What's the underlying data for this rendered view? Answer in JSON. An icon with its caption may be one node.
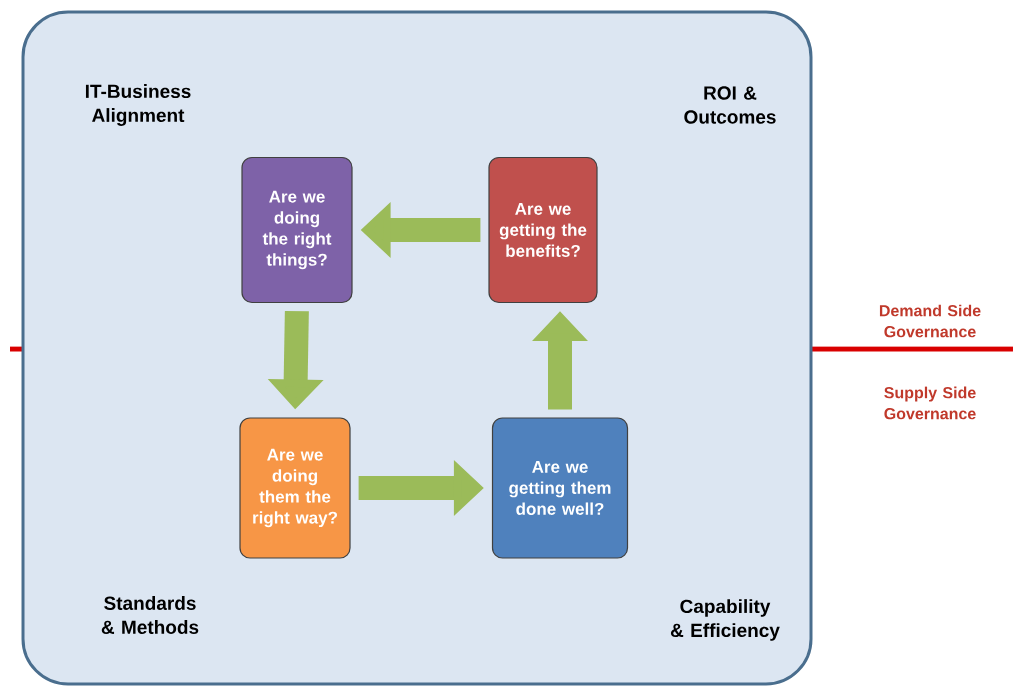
{
  "diagram": {
    "nodes": [
      {
        "text": [
          "IT-Business Alignment",
          "ROI & Outcomes",
          "Standards & Methods",
          "Capability & Efficiency"
        ]
      },
      {
        "text": [
          "Are we doing the right things?"
        ],
        "in": 0
      },
      {
        "text": [
          "Are we getting the benefits?"
        ],
        "in": 0
      },
      {
        "text": [
          "Are we doing them the right way?"
        ],
        "in": 0
      },
      {
        "text": [
          "Are we getting them done well?"
        ],
        "in": 0
      }
    ],
    "edges": [
      {
        "from": 2,
        "to": 1,
        "arrow": "to"
      },
      {
        "from": 1,
        "to": 3,
        "arrow": "to"
      },
      {
        "from": 3,
        "to": 4,
        "arrow": "to"
      },
      {
        "from": 4,
        "to": 2,
        "arrow": "to"
      }
    ],
    "labels": [
      "Demand Side Governance",
      "Supply Side Governance"
    ]
  }
}
